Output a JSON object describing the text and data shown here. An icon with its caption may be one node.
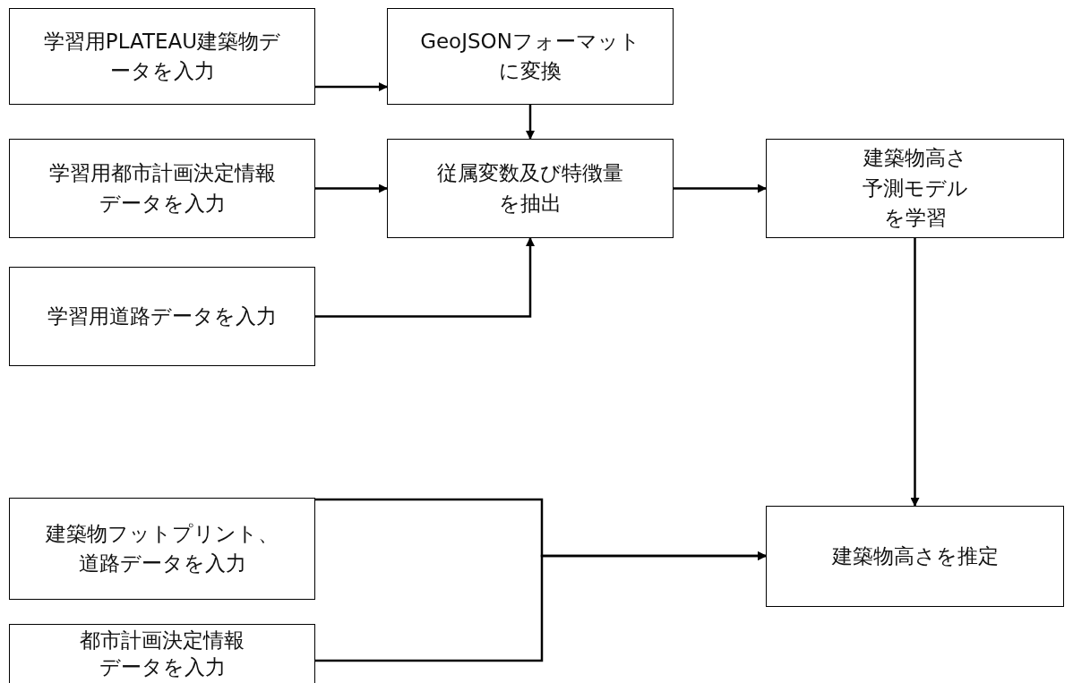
{
  "diagram": {
    "nodes": [
      {
        "text": [
          "学習用PLATEAU建築物データを入力"
        ]
      },
      {
        "text": [
          "GeoJSONフォーマットに変換"
        ]
      },
      {
        "text": [
          "学習用都市計画決定情報データを入力"
        ]
      },
      {
        "text": [
          "従属変数及び特徴量を抽出"
        ]
      },
      {
        "text": [
          "建築物高さ予測モデルを学習"
        ]
      },
      {
        "text": [
          "学習用道路データを入力"
        ]
      },
      {
        "text": [
          "建築物フットプリント、道路データを入力"
        ]
      },
      {
        "text": [
          "建築物高さを推定"
        ]
      },
      {
        "text": [
          "都市計画決定情報データを入力"
        ]
      }
    ],
    "edges": [
      {
        "from": 0,
        "to": 1,
        "arrow": "to"
      },
      {
        "from": 1,
        "to": 3,
        "arrow": "to"
      },
      {
        "from": 2,
        "to": 3,
        "arrow": "to"
      },
      {
        "from": 5,
        "to": 3,
        "arrow": "to"
      },
      {
        "from": 3,
        "to": 4,
        "arrow": "to"
      },
      {
        "from": 4,
        "to": 7,
        "arrow": "to"
      },
      {
        "from": 6,
        "to": 7,
        "arrow": "to"
      },
      {
        "from": 8,
        "to": 7,
        "arrow": "to"
      }
    ]
  }
}
